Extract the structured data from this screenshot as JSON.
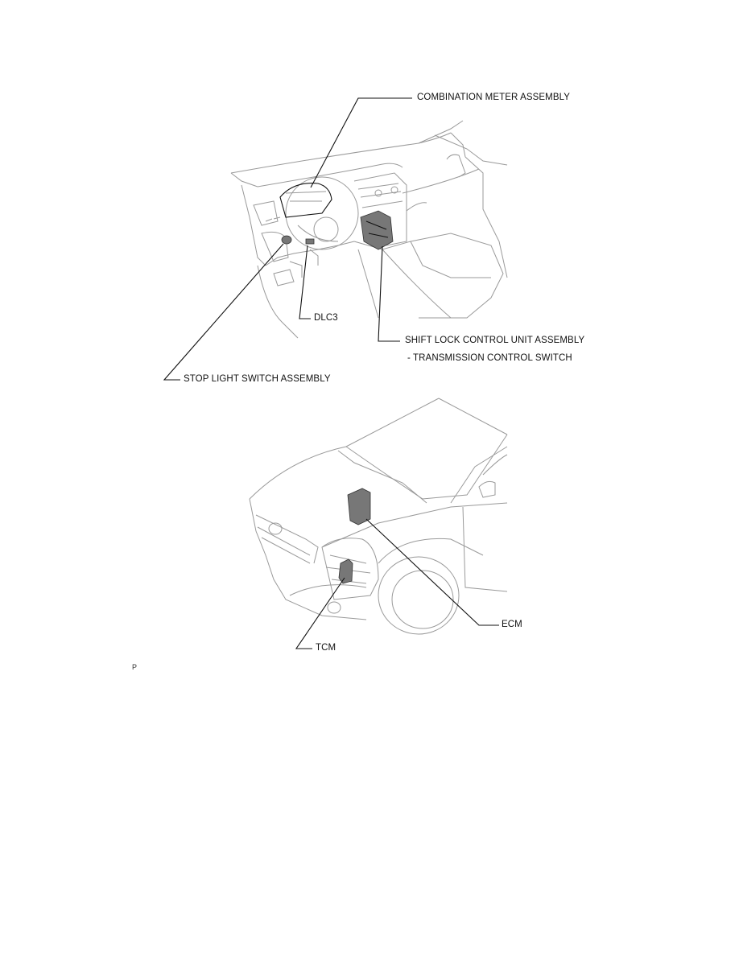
{
  "diagrams": {
    "interior": {
      "callouts": {
        "combination_meter": "COMBINATION METER ASSEMBLY",
        "dlc3": "DLC3",
        "shift_lock": "SHIFT LOCK CONTROL UNIT ASSEMBLY",
        "transmission_switch": "- TRANSMISSION CONTROL SWITCH",
        "stop_light": "STOP LIGHT SWITCH ASSEMBLY"
      }
    },
    "exterior": {
      "callouts": {
        "ecm": "ECM",
        "tcm": "TCM"
      }
    }
  },
  "footer": {
    "page_mark": "P"
  }
}
